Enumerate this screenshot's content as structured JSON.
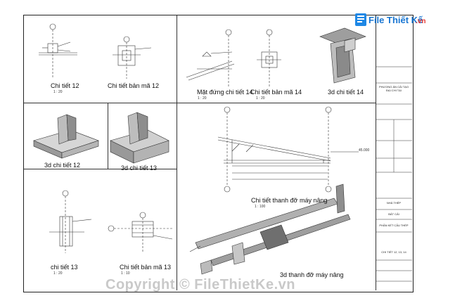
{
  "logo": {
    "text": "File Thiết Kế",
    "domain": ".vn"
  },
  "watermark": "Copyright © FileThietKe.vn",
  "views": [
    {
      "title": "Chi tiết 12",
      "scale": "1 : 20"
    },
    {
      "title": "Chi tiết bản mã 12",
      "scale": ""
    },
    {
      "title": "Mặt đứng chi tiết 14",
      "scale": "1 : 20"
    },
    {
      "title": "Chi tiết bản mã 14",
      "scale": "1 : 20"
    },
    {
      "title": "3d chi tiết 14",
      "scale": ""
    },
    {
      "title": "3d chi tiết 12",
      "scale": ""
    },
    {
      "title": "3d chi tiết 13",
      "scale": ""
    },
    {
      "title": "Chi tiết thanh đỡ máy nâng",
      "scale": "1 : 100"
    },
    {
      "title": "chi tiết 13",
      "scale": "1 : 20"
    },
    {
      "title": "Chi tiết bản mã 13",
      "scale": "1 : 10"
    },
    {
      "title": "3d thanh đỡ máy nâng",
      "scale": ""
    }
  ],
  "elevation_mark": "45.000",
  "title_block": {
    "project": "PHƯƠNG ÁN CẢI TẠO ĐẠI CHI TẠI",
    "building": "NHÀ THÉP",
    "item": "BẢT CẢI",
    "part": "PHẦN KẾT CẤU THÉP",
    "sheet_title": "CHI TIẾT 12, 13, 14"
  }
}
